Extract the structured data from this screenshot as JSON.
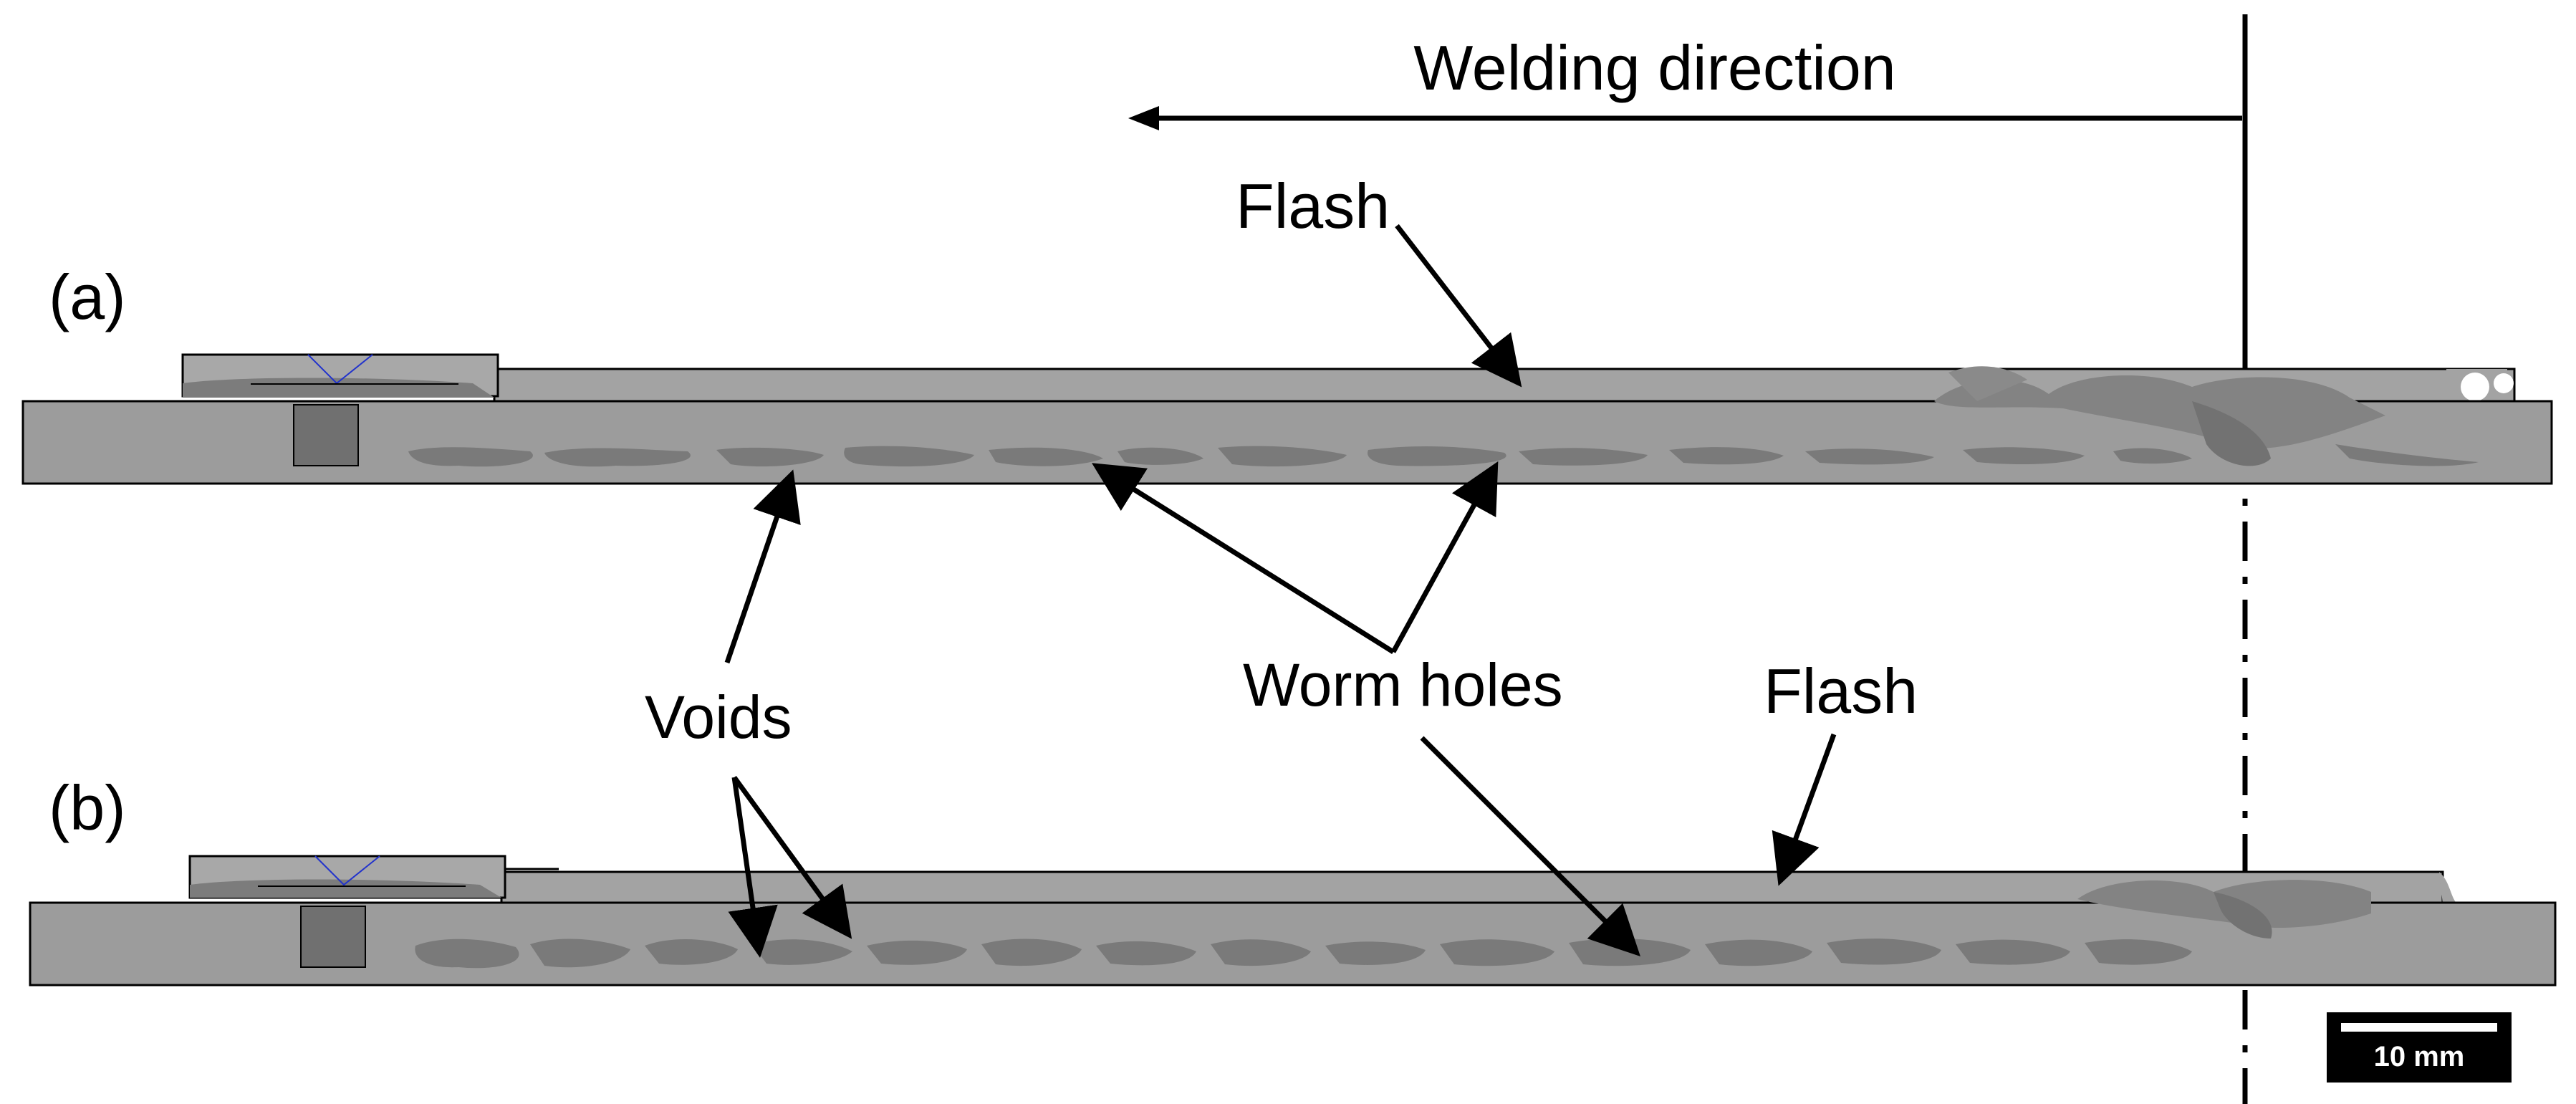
{
  "labels": {
    "welding_direction": "Welding direction",
    "panel_a": "(a)",
    "panel_b": "(b)",
    "flash_top": "Flash",
    "flash_bottom": "Flash",
    "voids": "Voids",
    "worm_holes": "Worm holes"
  },
  "scale_bar": {
    "label": "10 mm"
  },
  "colors": {
    "plate": "#9a9a9a",
    "plate_top": "#a2a2a2",
    "defect": "#7a7a7a",
    "defect_dark": "#6a6a6a",
    "outline": "#000000",
    "tool_mark": "#2233cc"
  }
}
